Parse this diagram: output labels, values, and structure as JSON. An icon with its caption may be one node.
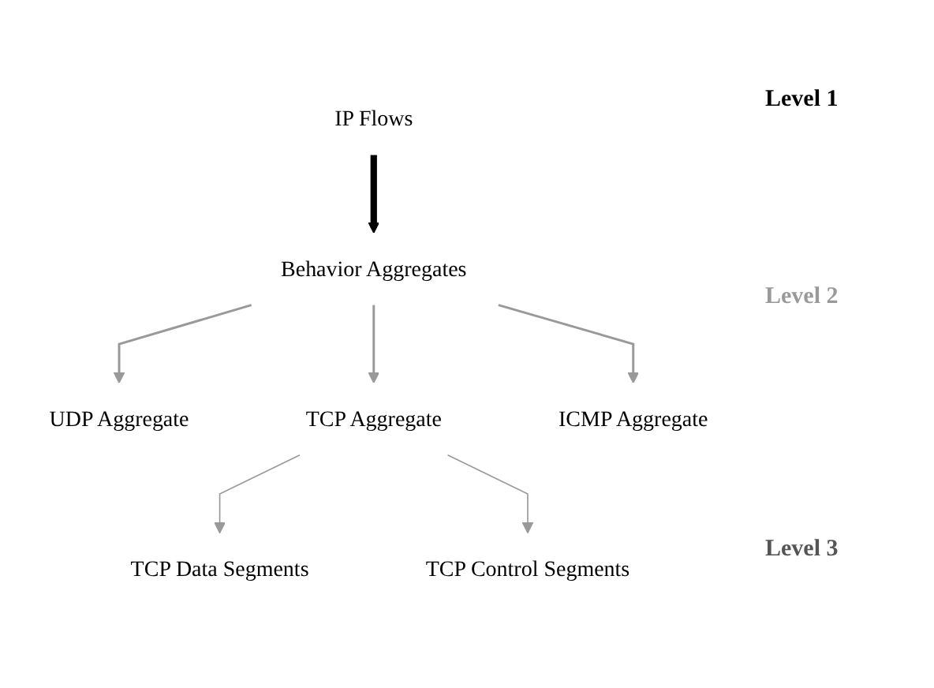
{
  "diagram": {
    "nodes": [
      {
        "text": [
          "IP Flows"
        ]
      },
      {
        "text": [
          "Behavior Aggregates"
        ]
      },
      {
        "text": [
          "UDP Aggregate"
        ]
      },
      {
        "text": [
          "TCP Aggregate"
        ]
      },
      {
        "text": [
          "ICMP Aggregate"
        ]
      },
      {
        "text": [
          "TCP Data Segments"
        ]
      },
      {
        "text": [
          "TCP Control Segments"
        ]
      }
    ],
    "edges": [
      {
        "from": 0,
        "to": 1,
        "arrow": "to",
        "style": "thick",
        "color": "#000000"
      },
      {
        "from": 1,
        "to": 2,
        "arrow": "to"
      },
      {
        "from": 1,
        "to": 3,
        "arrow": "to"
      },
      {
        "from": 1,
        "to": 4,
        "arrow": "to"
      },
      {
        "from": 3,
        "to": 5,
        "arrow": "to"
      },
      {
        "from": 3,
        "to": 6,
        "arrow": "to"
      }
    ],
    "labels": [
      "Level 1",
      "Level 2",
      "Level 3"
    ]
  }
}
